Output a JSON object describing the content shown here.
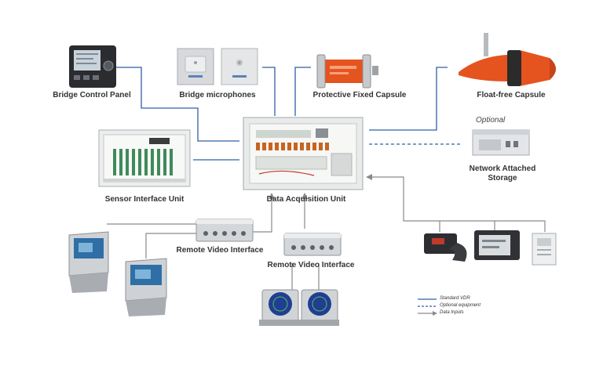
{
  "colors": {
    "standard_line": "#2f5fa8",
    "optional_line": "#2f5fa8",
    "data_input_line": "#8a8a8a",
    "capsule_orange": "#e5531f",
    "cabinet": "#e6e8e6",
    "label_text": "#333333"
  },
  "nodes": {
    "bridge_control_panel": "Bridge Control Panel",
    "bridge_microphones": "Bridge microphones",
    "protective_fixed_capsule": "Protective Fixed Capsule",
    "float_free_capsule": "Float-free Capsule",
    "optional_tag": "Optional",
    "network_attached_storage_line1": "Network Attached",
    "network_attached_storage_line2": "Storage",
    "sensor_interface_unit": "Sensor Interface Unit",
    "data_acquisition_unit": "Data Acquisition  Unit",
    "remote_video_interface_1": "Remote Video Interface",
    "remote_video_interface_2": "Remote Video Interface"
  },
  "legend": {
    "standard": "Standard VDR",
    "optional": "Optional equipment",
    "data_input": "Data Inputs"
  }
}
